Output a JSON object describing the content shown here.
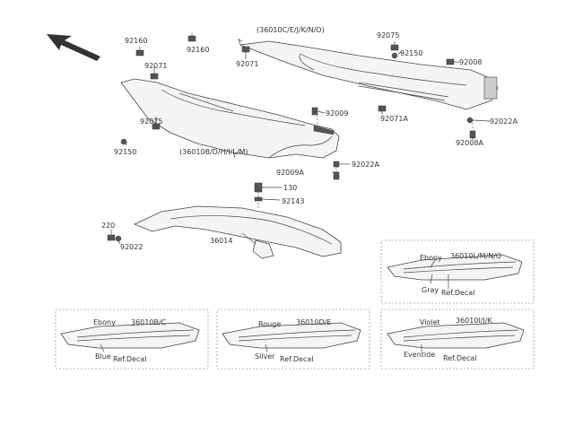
{
  "colors": {
    "line": "#444444",
    "text": "#333333",
    "background": "#ffffff"
  },
  "icons": {
    "direction": "front-arrow-icon"
  },
  "parts": {
    "p92160a": "92160",
    "p92160b": "92160",
    "p36010top": "(36010C/E/J/K/N/O)",
    "p92075a": "92075",
    "p92150a": "92150",
    "p92008": "92008",
    "p92071a": "92071",
    "p92071b": "92071",
    "p92009": "92009",
    "p92071A": "92071A",
    "p92022Aright": "92022A",
    "p92008A": "92008A",
    "p92075b": "92075",
    "p92150b": "92150",
    "p36010mid": "(36010B/D/H/I/L/M)",
    "p92009A": "92009A",
    "p92022Amid": "92022A",
    "p130": "130",
    "p92143": "92143",
    "p220": "220",
    "p92022": "92022",
    "p36014": "36014"
  },
  "variants": [
    {
      "color": "Ebony",
      "code": "36010L/M/N/O",
      "stripe": "Gray",
      "decal": "Ref.Decal"
    },
    {
      "color": "Ebony",
      "code": "36010B/C",
      "stripe": "Blue",
      "decal": "Ref.Decal"
    },
    {
      "color": "Rouge",
      "code": "36010D/E",
      "stripe": "Silver",
      "decal": "Ref.Decal"
    },
    {
      "color": "Violet",
      "code": "36010I/J/K",
      "stripe": "Eventide",
      "decal": "Ref.Decal"
    }
  ]
}
